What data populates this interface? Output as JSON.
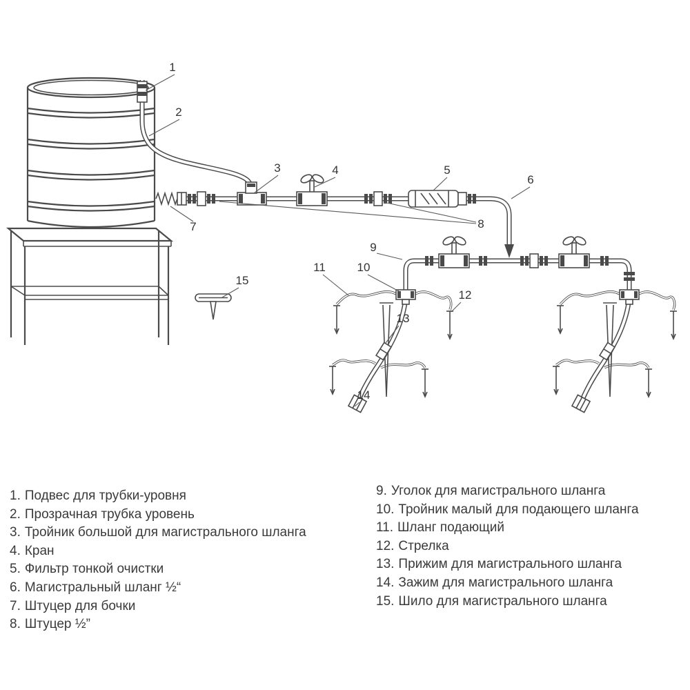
{
  "figure": {
    "ink_color": "#4a4a4a",
    "text_color": "#333333",
    "callouts": {
      "c1": "1",
      "c2": "2",
      "c3": "3",
      "c4": "4",
      "c5": "5",
      "c6": "6",
      "c7": "7",
      "c8": "8",
      "c9": "9",
      "c10": "10",
      "c11": "11",
      "c12": "12",
      "c13": "13",
      "c14": "14",
      "c15": "15"
    }
  },
  "legend": {
    "left": [
      {
        "num": "1.",
        "label": "Подвес для трубки-уровня"
      },
      {
        "num": "2.",
        "label": "Прозрачная трубка уровень"
      },
      {
        "num": "3.",
        "label": "Тройник большой для магистрального шланга"
      },
      {
        "num": "4.",
        "label": "Кран"
      },
      {
        "num": "5.",
        "label": "Фильтр тонкой очистки"
      },
      {
        "num": "6.",
        "label": "Магистральный шланг ½“"
      },
      {
        "num": "7.",
        "label": "Штуцер для бочки"
      },
      {
        "num": "8.",
        "label": "Штуцер ½”"
      }
    ],
    "right": [
      {
        "num": "9.",
        "label": "Уголок для магистрального шланга"
      },
      {
        "num": "10.",
        "label": "Тройник малый для подающего шланга"
      },
      {
        "num": "11.",
        "label": "Шланг подающий"
      },
      {
        "num": "12.",
        "label": "Стрелка"
      },
      {
        "num": "13.",
        "label": "Прижим для магистрального шланга"
      },
      {
        "num": "14.",
        "label": "Зажим для магистрального шланга"
      },
      {
        "num": "15.",
        "label": "Шило для магистрального шланга"
      }
    ]
  }
}
